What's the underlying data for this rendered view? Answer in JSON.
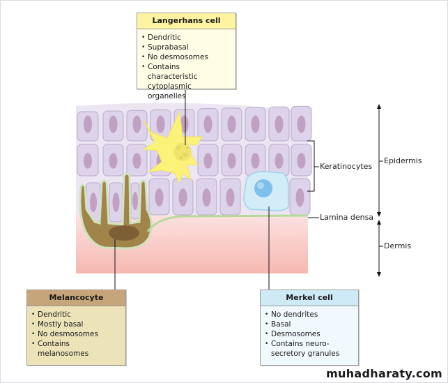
{
  "boxes": {
    "langerhans": {
      "title": "Langerhans cell",
      "items": [
        "Dendritic",
        "Suprabasal",
        "No desmosomes",
        "Contains characteristic",
        "cytoplasmic organelles"
      ]
    },
    "melanocyte": {
      "title": "Melancocyte",
      "items": [
        "Dendritic",
        "Mostly basal",
        "No desmosomes",
        "Contains melanosomes"
      ]
    },
    "merkel": {
      "title": "Merkel cell",
      "items": [
        "No dendrites",
        "Basal",
        "Desmosomes",
        "Contains neuro-",
        "secretory granules"
      ]
    }
  },
  "labels": {
    "keratinocytes": "Keratinocytes",
    "lamina_densa": "Lamina densa",
    "epidermis": "Epidermis",
    "dermis": "Dermis"
  },
  "colors": {
    "keratinocyte_fill": "#ddd3ea",
    "keratinocyte_nucleus": "#b58fb6",
    "langerhans": "#fbf27a",
    "melanocyte": "#9c7f45",
    "melanocyte_nucleus": "#7a5c35",
    "merkel": "#cfe9f6",
    "merkel_nucleus": "#7cc0e8",
    "lamina_densa": "#b9d99a",
    "dermis_top": "#fbe0e0",
    "dermis_bottom": "#f7bab2"
  },
  "watermark": "muhadharaty.com"
}
